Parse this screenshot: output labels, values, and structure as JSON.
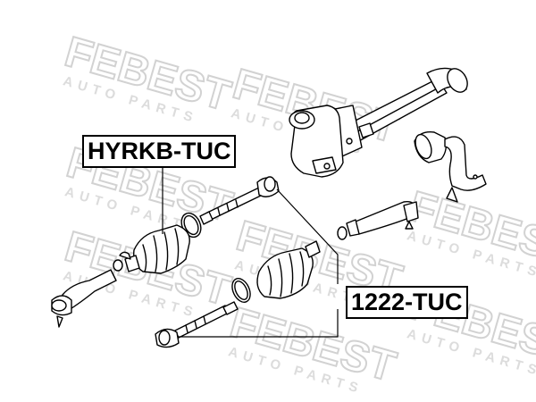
{
  "watermark": {
    "brand": "FEBEST",
    "tagline": "AUTO PARTS",
    "color": "#d9d9d9"
  },
  "callouts": [
    {
      "id": "hyrkb",
      "text": "HYRKB-TUC"
    },
    {
      "id": "part1222",
      "text": "1222-TUC"
    }
  ],
  "colors": {
    "line": "#000000",
    "fill": "#ffffff"
  }
}
